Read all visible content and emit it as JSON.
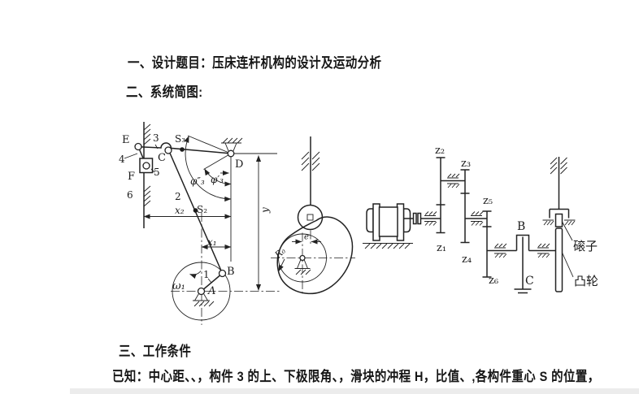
{
  "document": {
    "title": "一、设计题目：压床连杆机构的设计及运动分析",
    "section2": "二、系统简图:",
    "section3": "三、工作条件",
    "known": "已知：中心距、、，构件 3 的上、下极限角、，滑块的冲程 H，比值、,各构件重心 S 的位置，"
  },
  "linkage": {
    "joint_a": "A",
    "joint_b": "B",
    "joint_c": "C",
    "joint_d": "D",
    "joint_e": "E",
    "slider_f": "F",
    "link1": "1",
    "link2": "2",
    "link3": "3",
    "link4": "4",
    "slider5": "5",
    "frame6": "6",
    "s2": "S₂",
    "s3": "S₃",
    "omega1": "ω₁",
    "phi3_upper": "φ″₃",
    "phi3_lower": "φ′₃",
    "x1": "x₁",
    "x2": "x₂",
    "y": "y"
  },
  "cam_mech": {
    "offset_e": "e",
    "base_radius": "R₀"
  },
  "gear_train": {
    "z1": "z₁",
    "z2": "z₂",
    "z3": "z₃",
    "z4": "z₄",
    "z5": "z₅",
    "z6": "z₆",
    "crank_b": "B",
    "support_c": "C",
    "roller": "磙子",
    "cam": "凸轮"
  }
}
